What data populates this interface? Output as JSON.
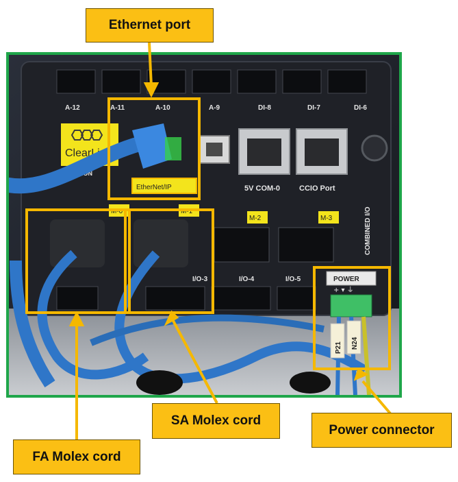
{
  "callouts": {
    "ethernet_port": "Ethernet port",
    "sa_molex_cord": "SA Molex cord",
    "power_connector": "Power connector",
    "fa_molex_cord": "FA Molex cord"
  },
  "board": {
    "brand": "ClearLink",
    "brand_sub": "MOTION",
    "ethernet_label": "EtherNet/IP",
    "com_label": "5V COM-0",
    "ccio_label": "CCIO Port",
    "combined_label": "COMBINED I/O",
    "power_label": "POWER",
    "power_pins": "+ ▾ ⏚",
    "top_ports": [
      "A-12",
      "A-11",
      "A-10",
      "A-9",
      "DI-8",
      "DI-7",
      "DI-6"
    ],
    "motor_ports": [
      "M-0",
      "M-1",
      "M-2",
      "M-3"
    ],
    "io_ports": [
      "I/O-3",
      "I/O-4",
      "I/O-5"
    ],
    "wire_tags": [
      "P21",
      "N24"
    ]
  },
  "colors": {
    "frame": "#1fa64a",
    "highlight": "#f5b800",
    "callout_fill": "#fbbf14",
    "cable": "#2f76c8",
    "board": "#1f2127",
    "yellow_label": "#f3e41c"
  }
}
